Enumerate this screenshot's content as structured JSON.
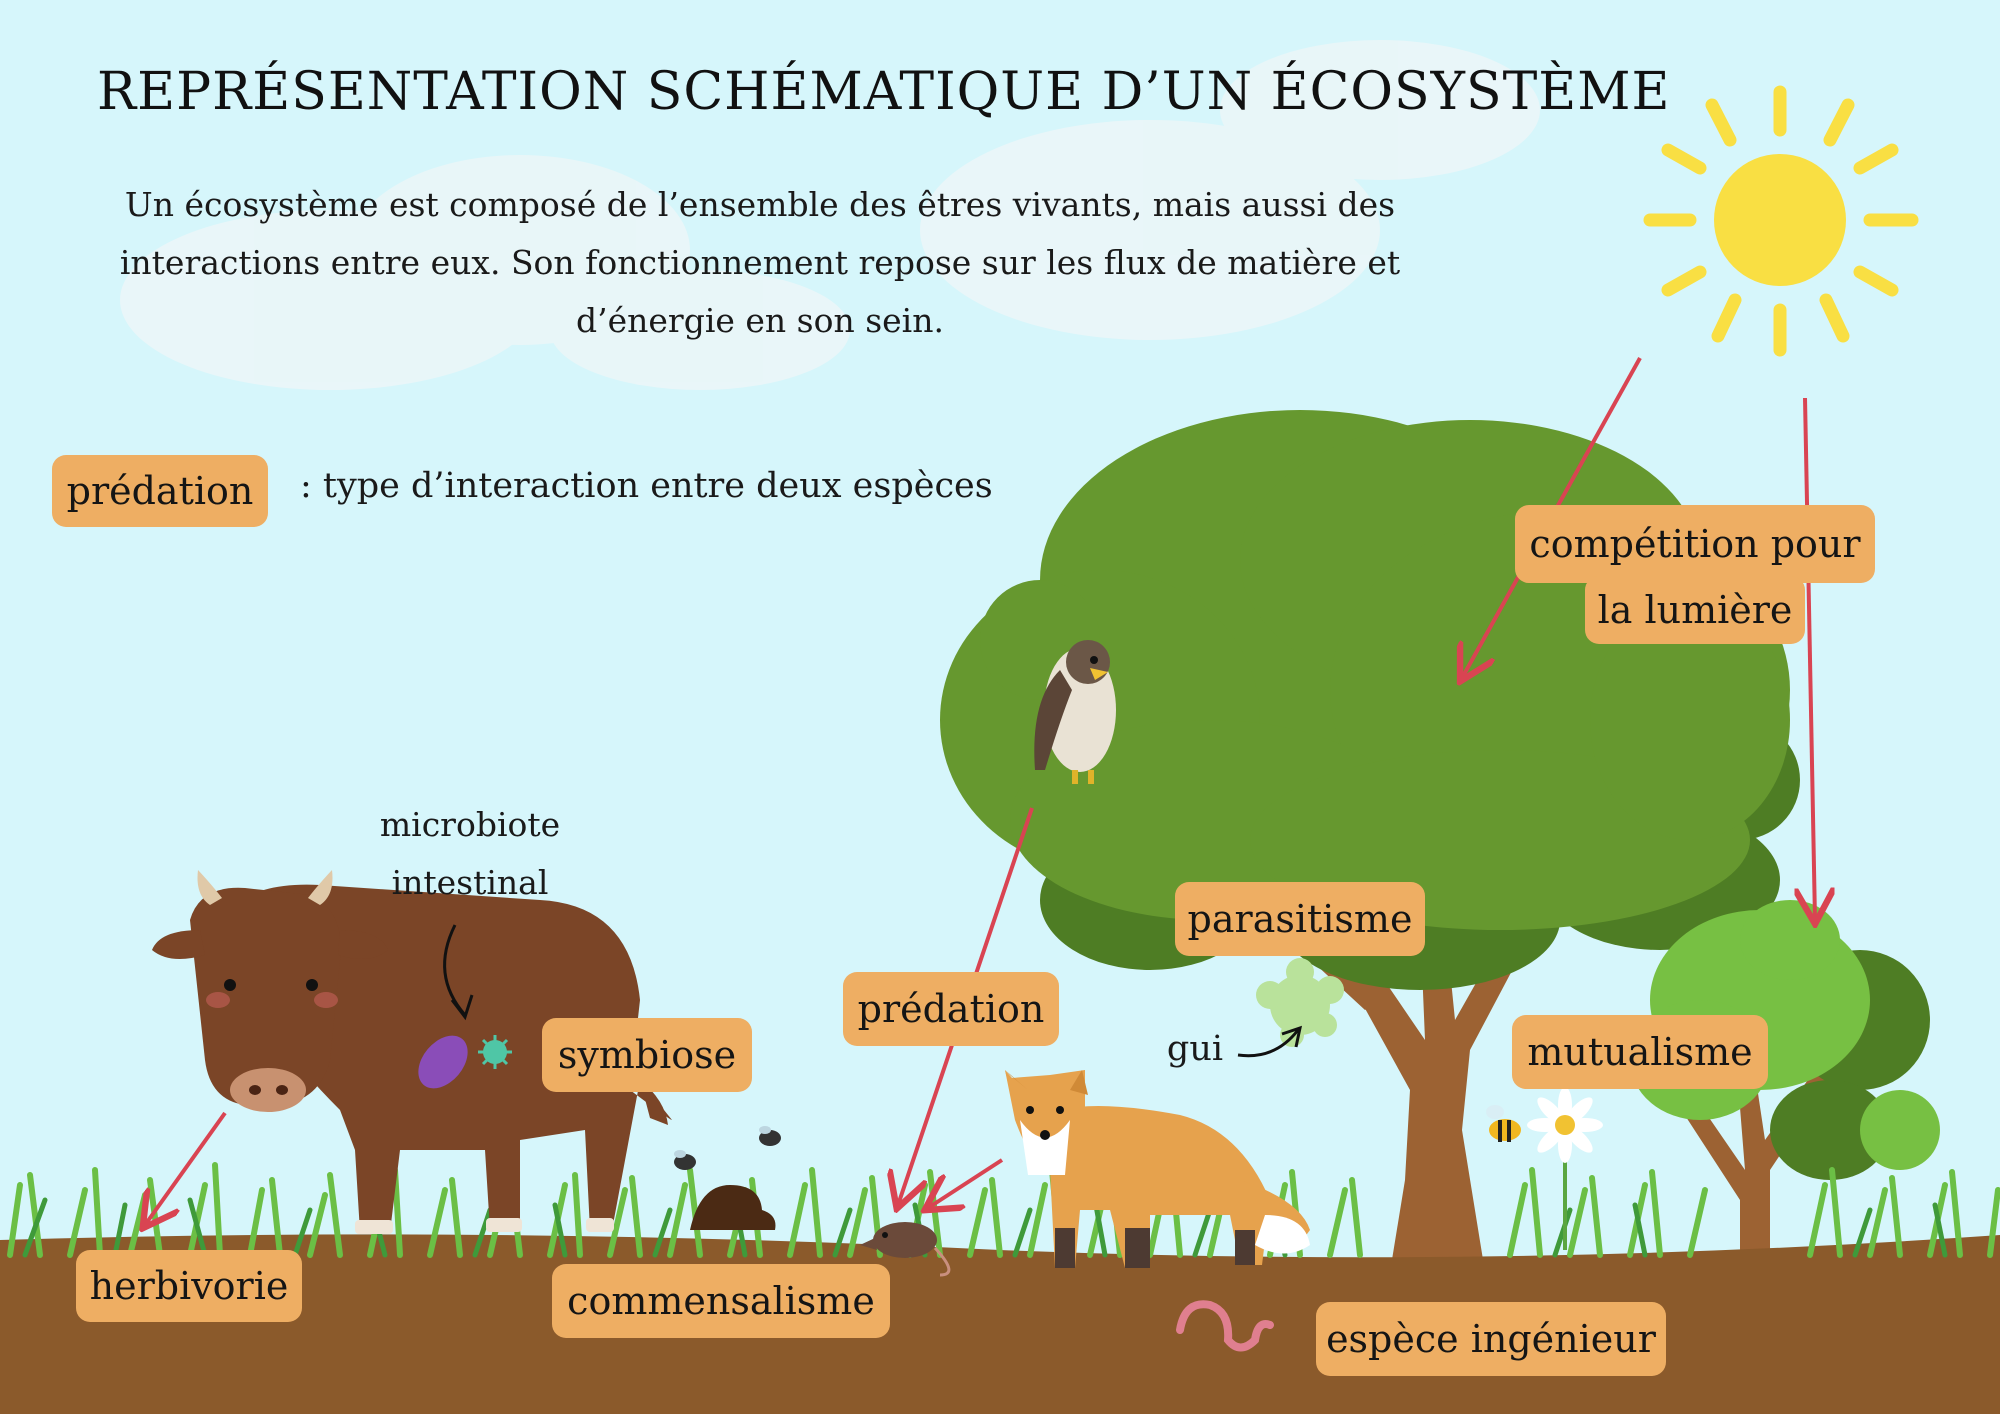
{
  "title": "REPRÉSENTATION SCHÉMATIQUE D’UN ÉCOSYSTÈME",
  "intro": "Un écosystème est composé de l’ensemble des êtres vivants, mais aussi des interactions entre eux. Son fonctionnement repose sur les flux de matière et d’énergie en son sein.",
  "legend": {
    "example_label": "prédation",
    "description": ": type d’interaction entre deux espèces"
  },
  "annotations": {
    "microbiote": "microbiote intestinal",
    "gui": "gui"
  },
  "interactions": {
    "competition_line1": "compétition pour",
    "competition_line2": "la lumière",
    "predation": "prédation",
    "parasitisme": "parasitisme",
    "symbiose": "symbiose",
    "mutualisme": "mutualisme",
    "herbivorie": "herbivorie",
    "commensalisme": "commensalisme",
    "espece_ingenieur": "espèce ingénieur"
  },
  "colors": {
    "sky": "#d6f6fb",
    "soil": "#8b5a2b",
    "label_bg": "#eeae63",
    "arrow": "#d94452",
    "foliage": "#66982f",
    "sun": "#f9df43"
  }
}
